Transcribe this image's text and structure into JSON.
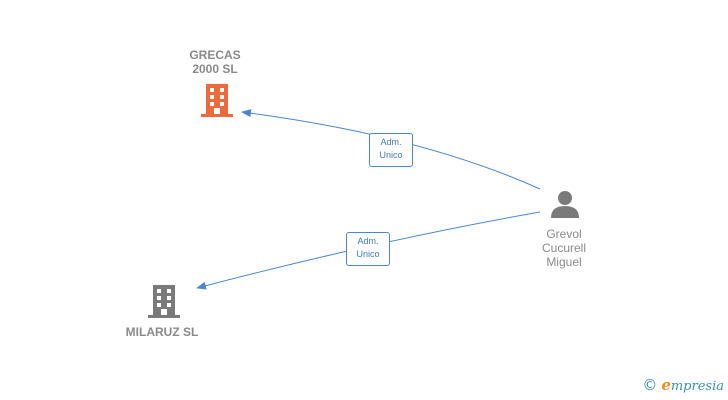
{
  "nodes": {
    "grecas": {
      "name_line1": "GRECAS",
      "name_line2": "2000  SL",
      "color": "#ee6a3c",
      "icon": "building-icon"
    },
    "milaruz": {
      "name": "MILARUZ SL",
      "color": "#7a7a7a",
      "icon": "building-icon"
    },
    "person": {
      "line1": "Grevol",
      "line2": "Cucurell",
      "line3": "Miguel",
      "color": "#7a7a7a",
      "icon": "person-icon"
    }
  },
  "edges": [
    {
      "from": "person",
      "to": "grecas",
      "label_line1": "Adm.",
      "label_line2": "Unico"
    },
    {
      "from": "person",
      "to": "milaruz",
      "label_line1": "Adm.",
      "label_line2": "Unico"
    }
  ],
  "edge_color": "#4a86d0",
  "footer": {
    "copyright_symbol": "©",
    "brand_first": "e",
    "brand_rest": "mpresia"
  }
}
